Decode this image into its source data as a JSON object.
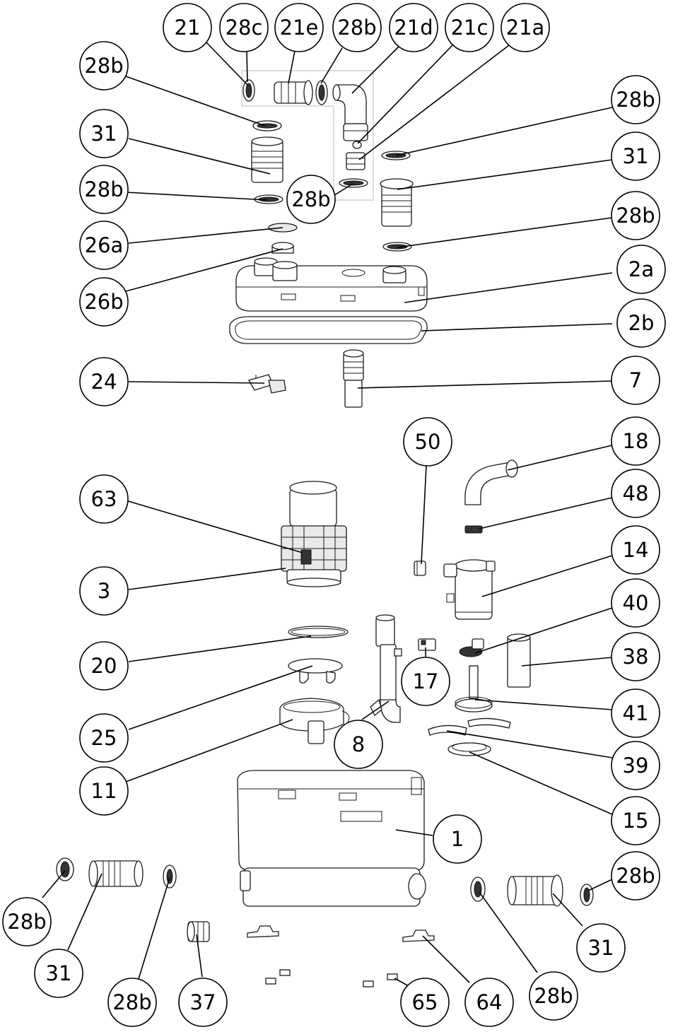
{
  "callouts": [
    {
      "id": "21",
      "label": "21"
    },
    {
      "id": "28c",
      "label": "28c"
    },
    {
      "id": "21e",
      "label": "21e"
    },
    {
      "id": "28b-top",
      "label": "28b"
    },
    {
      "id": "21d",
      "label": "21d"
    },
    {
      "id": "21c",
      "label": "21c"
    },
    {
      "id": "21a",
      "label": "21a"
    },
    {
      "id": "28b-ul",
      "label": "28b"
    },
    {
      "id": "31-ul",
      "label": "31"
    },
    {
      "id": "28b-ul2",
      "label": "28b"
    },
    {
      "id": "28b-mid",
      "label": "28b"
    },
    {
      "id": "26a",
      "label": "26a"
    },
    {
      "id": "26b",
      "label": "26b"
    },
    {
      "id": "28b-ur",
      "label": "28b"
    },
    {
      "id": "31-ur",
      "label": "31"
    },
    {
      "id": "28b-ur2",
      "label": "28b"
    },
    {
      "id": "2a",
      "label": "2a"
    },
    {
      "id": "2b",
      "label": "2b"
    },
    {
      "id": "24",
      "label": "24"
    },
    {
      "id": "7",
      "label": "7"
    },
    {
      "id": "50",
      "label": "50"
    },
    {
      "id": "18",
      "label": "18"
    },
    {
      "id": "48",
      "label": "48"
    },
    {
      "id": "63",
      "label": "63"
    },
    {
      "id": "3",
      "label": "3"
    },
    {
      "id": "14",
      "label": "14"
    },
    {
      "id": "40",
      "label": "40"
    },
    {
      "id": "38",
      "label": "38"
    },
    {
      "id": "20",
      "label": "20"
    },
    {
      "id": "17",
      "label": "17"
    },
    {
      "id": "41",
      "label": "41"
    },
    {
      "id": "25",
      "label": "25"
    },
    {
      "id": "8",
      "label": "8"
    },
    {
      "id": "39",
      "label": "39"
    },
    {
      "id": "11",
      "label": "11"
    },
    {
      "id": "15",
      "label": "15"
    },
    {
      "id": "1",
      "label": "1"
    },
    {
      "id": "28b-br",
      "label": "28b"
    },
    {
      "id": "28b-bl",
      "label": "28b"
    },
    {
      "id": "31-br",
      "label": "31"
    },
    {
      "id": "31-bl",
      "label": "31"
    },
    {
      "id": "28b-bl2",
      "label": "28b"
    },
    {
      "id": "37",
      "label": "37"
    },
    {
      "id": "65",
      "label": "65"
    },
    {
      "id": "64",
      "label": "64"
    },
    {
      "id": "28b-br2",
      "label": "28b"
    }
  ]
}
